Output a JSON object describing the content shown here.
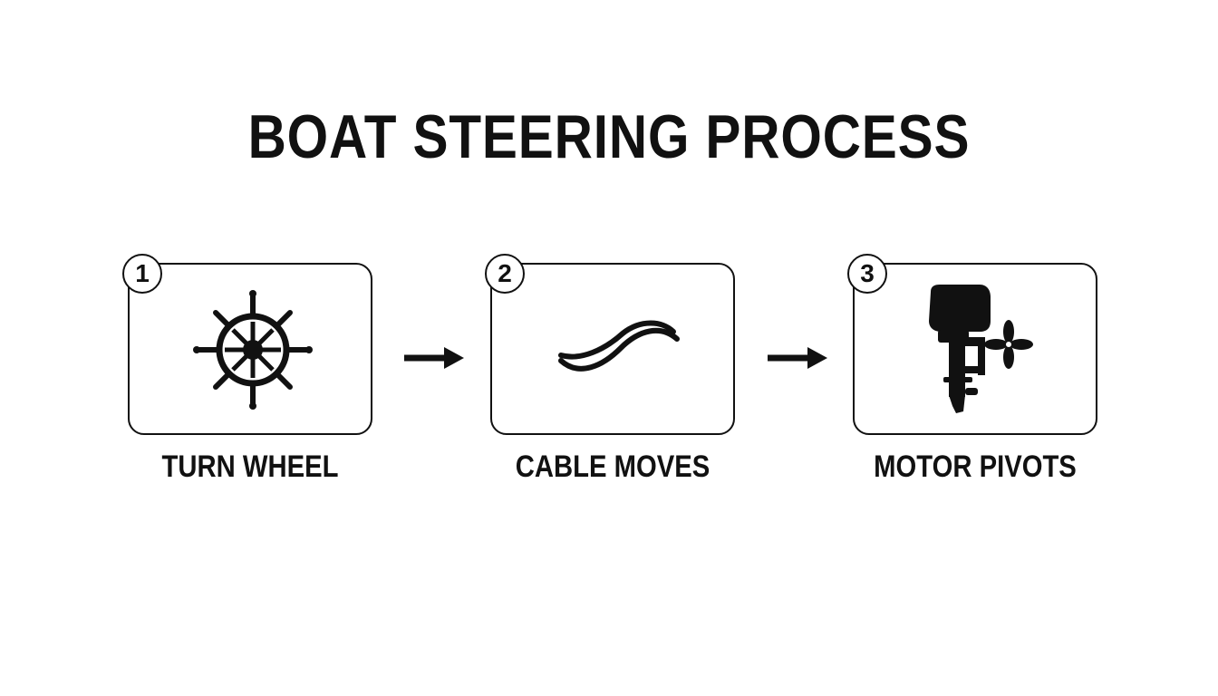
{
  "diagram": {
    "title": "BOAT STEERING PROCESS",
    "steps": [
      {
        "number": "1",
        "label": "TURN WHEEL",
        "icon": "ship-wheel-icon"
      },
      {
        "number": "2",
        "label": "CABLE MOVES",
        "icon": "cable-wave-icon"
      },
      {
        "number": "3",
        "label": "MOTOR PIVOTS",
        "icon": "outboard-motor-icon"
      }
    ],
    "connectors": [
      "arrow-right-icon",
      "arrow-right-icon"
    ],
    "colors": {
      "ink": "#111111",
      "background": "#ffffff"
    }
  }
}
